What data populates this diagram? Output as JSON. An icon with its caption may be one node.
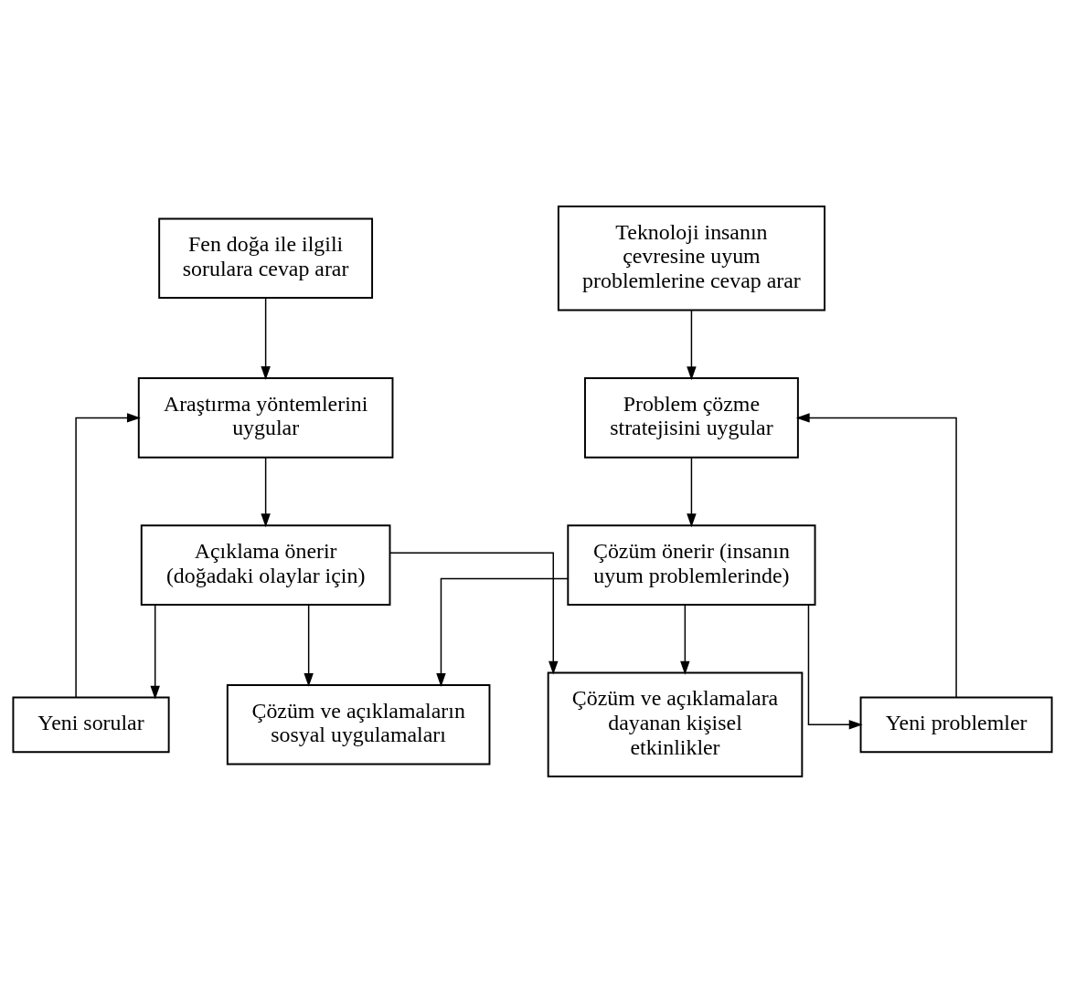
{
  "diagram": {
    "nodes": [
      {
        "text": [
          "Fen doğa ile ilgili sorulara cevap arar"
        ]
      },
      {
        "text": [
          "Teknoloji insanın çevresine uyum problemlerine cevap arar"
        ]
      },
      {
        "text": [
          "Araştırma yöntemlerini uygular"
        ]
      },
      {
        "text": [
          "Problem çözme stratejisini uygular"
        ]
      },
      {
        "text": [
          "Açıklama önerir (doğadaki olaylar için)"
        ]
      },
      {
        "text": [
          "Çözüm önerir (insanın uyum problemlerinde)"
        ]
      },
      {
        "text": [
          "Yeni sorular"
        ]
      },
      {
        "text": [
          "Çözüm ve açıklamaların sosyal uygulamaları"
        ]
      },
      {
        "text": [
          "Yeni problemler"
        ]
      },
      {
        "text": [
          "Çözüm ve açıklamalara dayanan kişisel etkinlikler"
        ]
      }
    ],
    "edges": [
      {
        "from": 0,
        "to": 2,
        "arrow": "to"
      },
      {
        "from": 1,
        "to": 3,
        "arrow": "to"
      },
      {
        "from": 2,
        "to": 4,
        "arrow": "to"
      },
      {
        "from": 3,
        "to": 5,
        "arrow": "to"
      },
      {
        "from": 4,
        "to": 6,
        "arrow": "to"
      },
      {
        "from": 4,
        "to": 7,
        "arrow": "to"
      },
      {
        "from": 4,
        "to": 9,
        "arrow": "to"
      },
      {
        "from": 5,
        "to": 7,
        "arrow": "to"
      },
      {
        "from": 5,
        "to": 8,
        "arrow": "to"
      },
      {
        "from": 5,
        "to": 9,
        "arrow": "to"
      },
      {
        "from": 6,
        "to": 2,
        "arrow": "to"
      },
      {
        "from": 8,
        "to": 3,
        "arrow": "to"
      }
    ]
  }
}
